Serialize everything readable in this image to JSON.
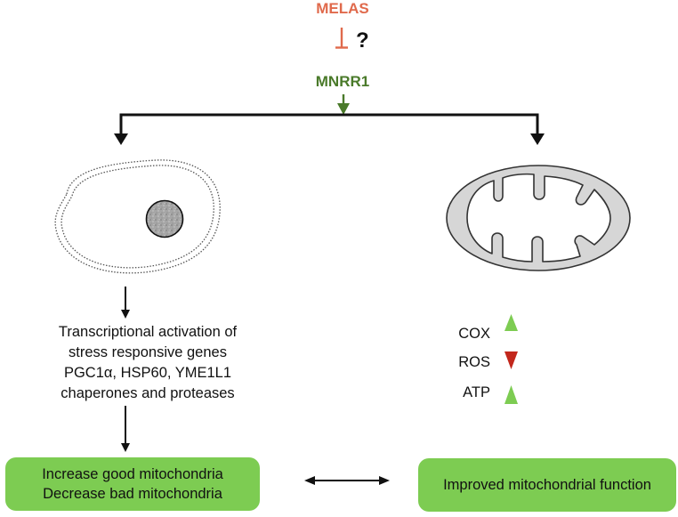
{
  "nodes": {
    "melas": "MELAS",
    "question_mark": "?",
    "mnrr1": "MNRR1"
  },
  "transcription": {
    "lines": [
      "Transcriptional activation of",
      "stress responsive genes",
      "PGC1α, HSP60, YME1L1",
      "chaperones and proteases"
    ]
  },
  "markers": [
    {
      "label": "COX",
      "direction": "up",
      "color": "#7dcc52"
    },
    {
      "label": "ROS",
      "direction": "down",
      "color": "#c2271c"
    },
    {
      "label": "ATP",
      "direction": "up",
      "color": "#7dcc52"
    }
  ],
  "outcomes": {
    "left_lines": [
      "Increase good mitochondria",
      "Decrease bad mitochondria"
    ],
    "right": "Improved mitochondrial function"
  },
  "colors": {
    "melas": "#e06a4c",
    "mnrr1": "#4a7a2a",
    "outcome_box": "#7dcc52",
    "lines": "#111111",
    "nucleus": "#a9a9a9",
    "mito_outer": "#d4d4d4"
  }
}
